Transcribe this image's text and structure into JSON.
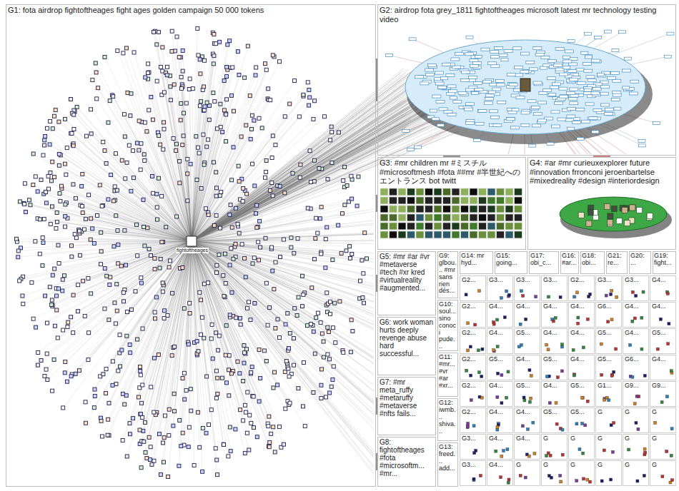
{
  "diagram": {
    "nodes": [
      {
        "text": [
          "G1: fota airdrop fightoftheages fight ages golden campaign 50 000 tokens"
        ]
      },
      {
        "text": [
          "G2: airdrop fota grey_1811 fightoftheages microsoft latest mr technology testing video"
        ]
      },
      {
        "text": [
          "G3: #mr children mr #ミスチル #microsoftmesh #fota ##mr #半世紀への エントランス bot twitt"
        ]
      },
      {
        "text": [
          "G4: #ar #mr curieuxexplorer future #innovation frronconi jeroenbartelse #mixedreality #design #interiordesign"
        ]
      },
      {
        "text": [
          "G5: #mr #ar #vr #metaverse #tech #xr kred #virtualreality #augmented..."
        ]
      },
      {
        "text": [
          "G6: work woman hurts deeply revenge abuse hard successful..."
        ]
      },
      {
        "text": [
          "G7: #mr meta_ruffy #metaruffy #metaverse #nfts fails..."
        ]
      },
      {
        "text": [
          "G8: fightoftheages #fota #microsoftm... #mr..."
        ]
      },
      {
        "text": [
          "G9: glbou... #mr sans rien dés..."
        ]
      },
      {
        "text": [
          "G10: soul... sino conoci pude..."
        ]
      },
      {
        "text": [
          "G11: #mr... #vr #ar #xr..."
        ]
      },
      {
        "text": [
          "G12: iwmb... shiva..."
        ]
      },
      {
        "text": [
          "G13: freed... add..."
        ]
      },
      {
        "text": [
          "G14: mr hyd..."
        ]
      },
      {
        "text": [
          "G15: going..."
        ]
      },
      {
        "text": [
          "G17: obi_c..."
        ]
      },
      {
        "text": [
          "G16: #ar..."
        ]
      },
      {
        "text": [
          "G18: obi..."
        ]
      },
      {
        "text": [
          "G21: re..."
        ]
      },
      {
        "text": [
          "G20: ..."
        ]
      },
      {
        "text": [
          "G19: fight..."
        ]
      },
      {
        "text": [
          "G2..."
        ]
      },
      {
        "text": [
          "G3..."
        ]
      },
      {
        "text": [
          "G3..."
        ]
      },
      {
        "text": [
          "G3..."
        ]
      },
      {
        "text": [
          "G2..."
        ]
      },
      {
        "text": [
          "G3..."
        ]
      },
      {
        "text": [
          "G3..."
        ]
      },
      {
        "text": [
          "G4..."
        ]
      },
      {
        "text": [
          "G2..."
        ]
      },
      {
        "text": [
          "G4..."
        ]
      },
      {
        "text": [
          "G4..."
        ]
      },
      {
        "text": [
          "G4..."
        ]
      },
      {
        "text": [
          "G4..."
        ]
      },
      {
        "text": [
          "G6..."
        ]
      },
      {
        "text": [
          "G4..."
        ]
      },
      {
        "text": [
          "G4..."
        ]
      },
      {
        "text": [
          "G2..."
        ]
      },
      {
        "text": [
          "G4..."
        ]
      },
      {
        "text": [
          "G5..."
        ]
      },
      {
        "text": [
          "G4..."
        ]
      },
      {
        "text": [
          "G4..."
        ]
      },
      {
        "text": [
          "G5..."
        ]
      },
      {
        "text": [
          "G4..."
        ]
      },
      {
        "text": [
          "G5..."
        ]
      },
      {
        "text": [
          "G2..."
        ]
      },
      {
        "text": [
          "G5..."
        ]
      },
      {
        "text": [
          "G4..."
        ]
      },
      {
        "text": [
          "G5..."
        ]
      },
      {
        "text": [
          "G4..."
        ]
      },
      {
        "text": [
          "G5..."
        ]
      },
      {
        "text": [
          "G6..."
        ]
      },
      {
        "text": [
          "G4..."
        ]
      },
      {
        "text": [
          "G2..."
        ]
      },
      {
        "text": [
          "G4..."
        ]
      },
      {
        "text": [
          "G5..."
        ]
      },
      {
        "text": [
          "G4..."
        ]
      },
      {
        "text": [
          "G5..."
        ]
      },
      {
        "text": [
          "G1..."
        ]
      },
      {
        "text": [
          "G9..."
        ]
      },
      {
        "text": [
          "G9..."
        ]
      },
      {
        "text": [
          "G2..."
        ]
      },
      {
        "text": [
          "G4..."
        ]
      },
      {
        "text": [
          "G4..."
        ]
      },
      {
        "text": [
          "G5..."
        ]
      },
      {
        "text": [
          "G5..."
        ]
      },
      {
        "text": [
          "G"
        ]
      },
      {
        "text": [
          "G"
        ]
      },
      {
        "text": [
          "G"
        ]
      },
      {
        "text": [
          "G3..."
        ]
      },
      {
        "text": [
          "G4..."
        ]
      },
      {
        "text": [
          "G4..."
        ]
      },
      {
        "text": [
          "G"
        ]
      },
      {
        "text": [
          "G"
        ]
      },
      {
        "text": [
          "G"
        ]
      },
      {
        "text": [
          "G"
        ]
      },
      {
        "text": [
          "G"
        ]
      },
      {
        "text": [
          "G3..."
        ]
      },
      {
        "text": [
          "G4..."
        ]
      },
      {
        "text": [
          "G"
        ]
      },
      {
        "text": [
          "G"
        ]
      },
      {
        "text": [
          "G"
        ]
      },
      {
        "text": [
          "G"
        ]
      },
      {
        "text": [
          "G"
        ]
      },
      {
        "text": [
          "G"
        ]
      }
    ],
    "edges": [
      {
        "from": 0,
        "to": 1,
        "arrow": "none"
      },
      {
        "from": 0,
        "to": 2,
        "arrow": "none"
      },
      {
        "from": 0,
        "to": 4,
        "arrow": "none"
      },
      {
        "from": 0,
        "to": 6,
        "arrow": "none"
      },
      {
        "from": 0,
        "to": 7,
        "arrow": "none"
      },
      {
        "from": 1,
        "to": 2,
        "arrow": "none"
      },
      {
        "from": 1,
        "to": 3,
        "arrow": "none"
      }
    ],
    "labels": [
      "fightoftheages"
    ]
  }
}
